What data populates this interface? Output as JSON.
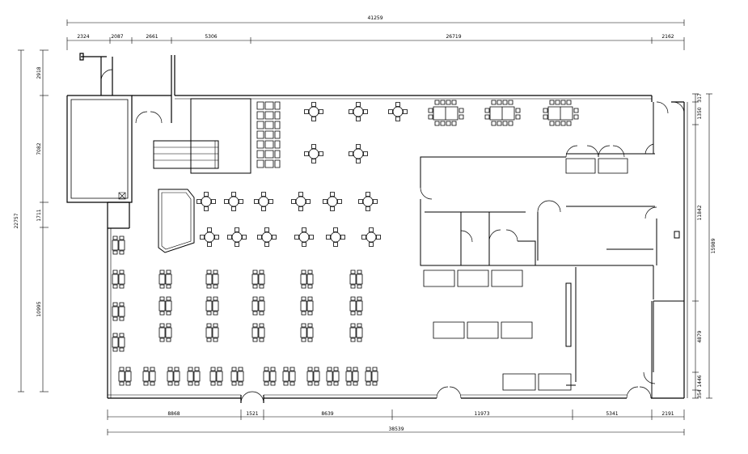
{
  "drawing": {
    "line_color": "#000000",
    "background": "#ffffff"
  },
  "dimensions": {
    "top_total": "41259",
    "top_segments": [
      "2324",
      "2087",
      "2661",
      "5306",
      "26719",
      "2162"
    ],
    "left_total": "22757",
    "left_segments": [
      "2918",
      "7082",
      "1711",
      "10995"
    ],
    "right_total": "15989",
    "right_segments": [
      "317",
      "1350",
      "11842",
      "4879",
      "1446",
      "354"
    ],
    "bottom_total": "38539",
    "bottom_segments": [
      "8868",
      "1521",
      "8639",
      "11973",
      "5341",
      "2191"
    ]
  }
}
